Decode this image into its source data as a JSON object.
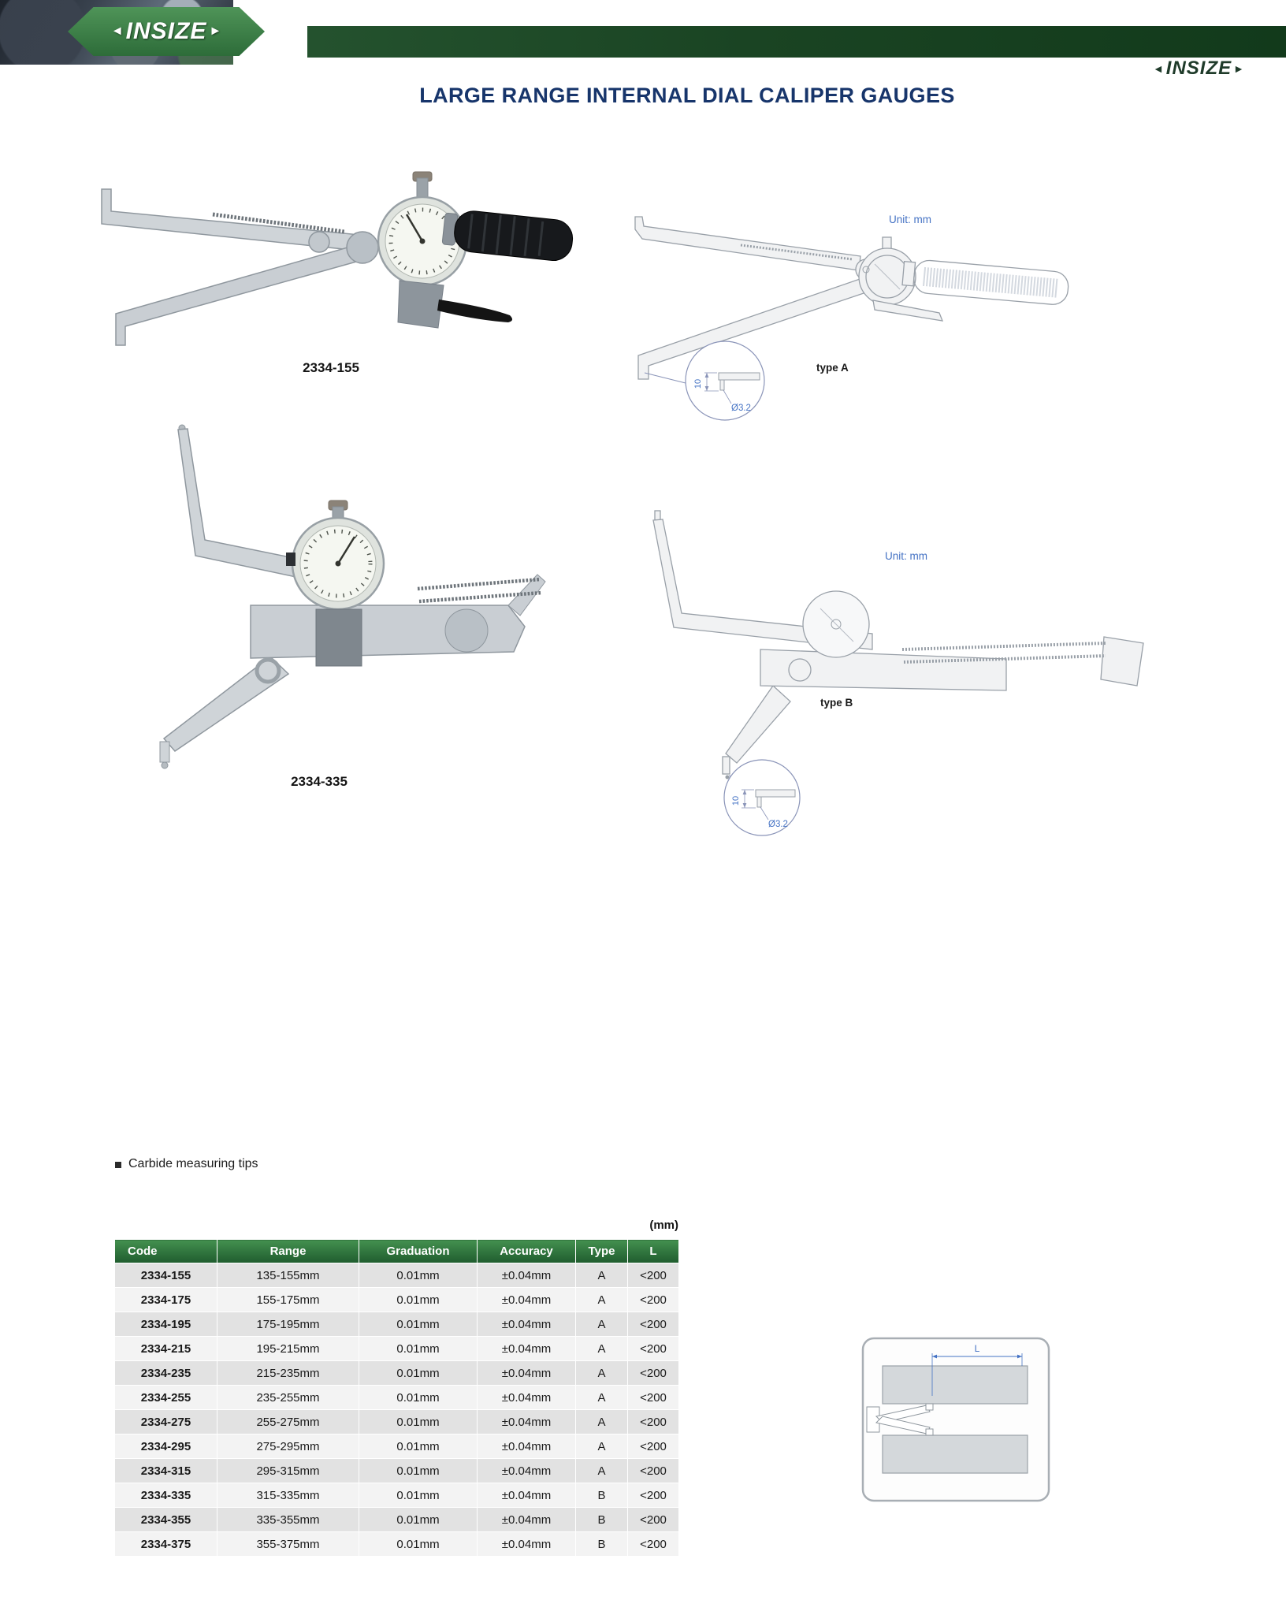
{
  "page": {
    "title": "LARGE RANGE INTERNAL DIAL CALIPER GAUGES"
  },
  "brand": {
    "name": "INSIZE",
    "arrow_left": "◄",
    "arrow_right": "►"
  },
  "figures": {
    "photo_a": {
      "caption": "2334-155"
    },
    "photo_b": {
      "caption": "2334-335"
    },
    "drawing_a": {
      "unit_label": "Unit: mm",
      "type_label": "type A",
      "dim_height": "10",
      "dim_diameter": "Ø3.2"
    },
    "drawing_b": {
      "unit_label": "Unit: mm",
      "type_label": "type B",
      "dim_height": "10",
      "dim_diameter": "Ø3.2"
    }
  },
  "features": {
    "bullet_text": "Carbide measuring tips"
  },
  "table": {
    "unit_note": "(mm)",
    "headers": [
      "Code",
      "Range",
      "Graduation",
      "Accuracy",
      "Type",
      "L"
    ],
    "rows": [
      [
        "2334-155",
        "135-155mm",
        "0.01mm",
        "±0.04mm",
        "A",
        "<200"
      ],
      [
        "2334-175",
        "155-175mm",
        "0.01mm",
        "±0.04mm",
        "A",
        "<200"
      ],
      [
        "2334-195",
        "175-195mm",
        "0.01mm",
        "±0.04mm",
        "A",
        "<200"
      ],
      [
        "2334-215",
        "195-215mm",
        "0.01mm",
        "±0.04mm",
        "A",
        "<200"
      ],
      [
        "2334-235",
        "215-235mm",
        "0.01mm",
        "±0.04mm",
        "A",
        "<200"
      ],
      [
        "2334-255",
        "235-255mm",
        "0.01mm",
        "±0.04mm",
        "A",
        "<200"
      ],
      [
        "2334-275",
        "255-275mm",
        "0.01mm",
        "±0.04mm",
        "A",
        "<200"
      ],
      [
        "2334-295",
        "275-295mm",
        "0.01mm",
        "±0.04mm",
        "A",
        "<200"
      ],
      [
        "2334-315",
        "295-315mm",
        "0.01mm",
        "±0.04mm",
        "A",
        "<200"
      ],
      [
        "2334-335",
        "315-335mm",
        "0.01mm",
        "±0.04mm",
        "B",
        "<200"
      ],
      [
        "2334-355",
        "335-355mm",
        "0.01mm",
        "±0.04mm",
        "B",
        "<200"
      ],
      [
        "2334-375",
        "355-375mm",
        "0.01mm",
        "±0.04mm",
        "B",
        "<200"
      ]
    ]
  },
  "diagram": {
    "dim_label": "L"
  }
}
